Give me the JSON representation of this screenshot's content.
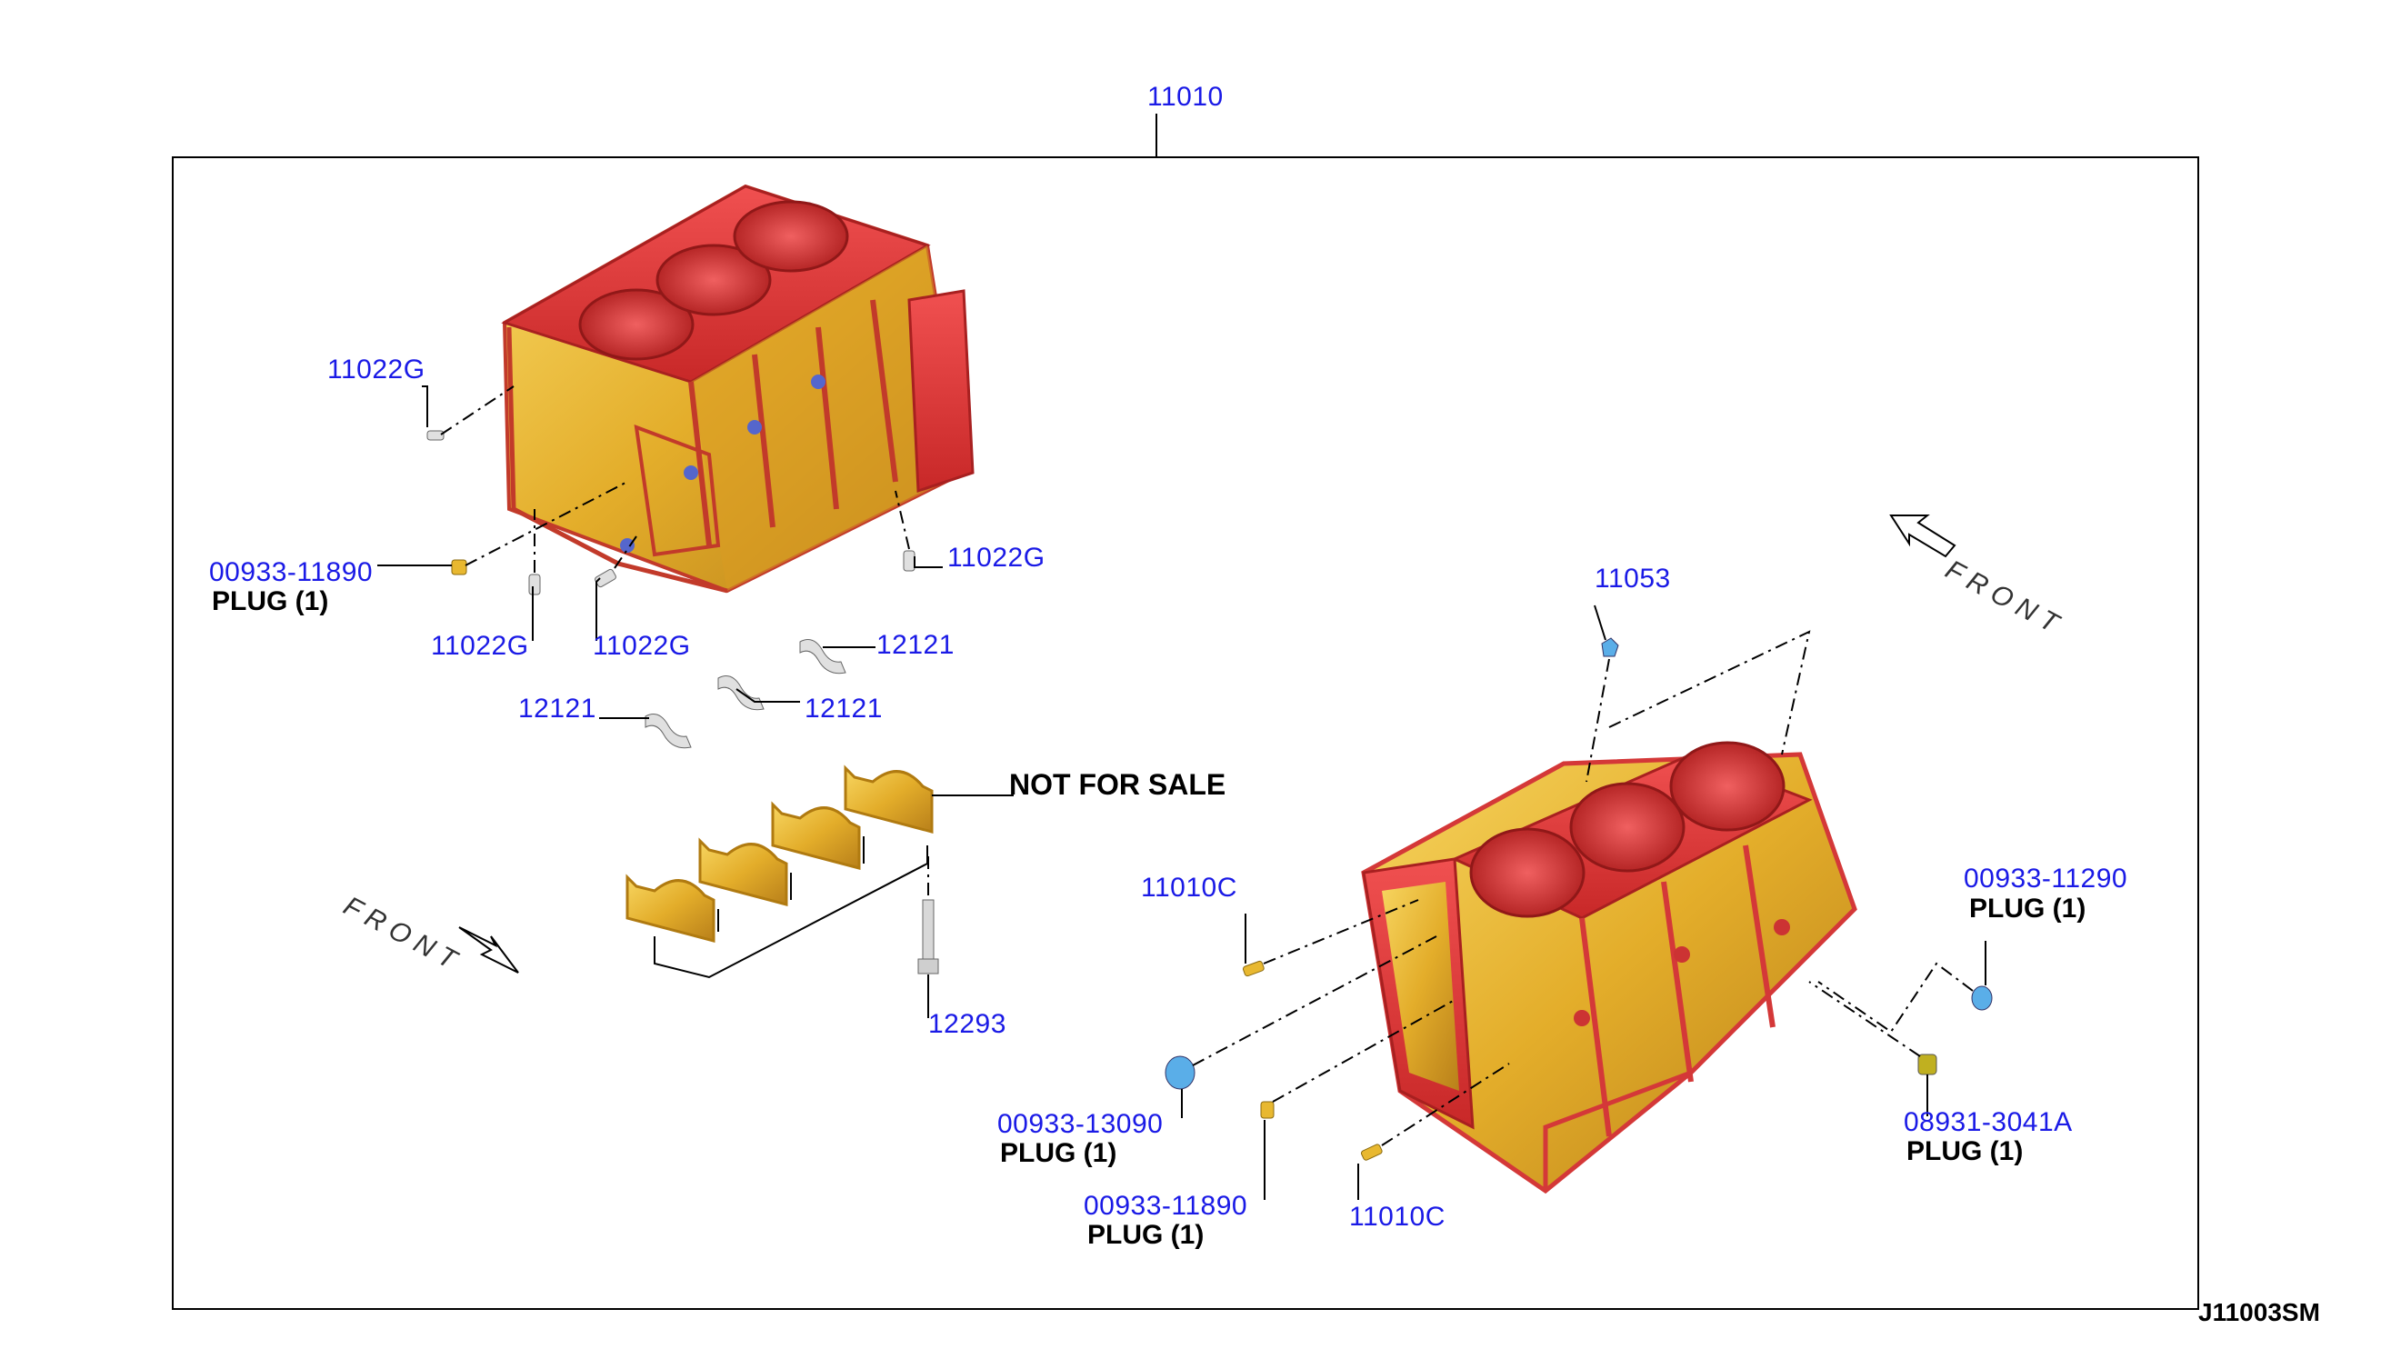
{
  "drawing_code": "J11003SM",
  "assembly": {
    "part_no": "11010"
  },
  "callouts": {
    "c11022g_a": "11022G",
    "c11022g_b": "11022G",
    "c11022g_c": "11022G",
    "c11022g_d": "11022G",
    "c00933_11890_a": "00933-11890",
    "c12121_a": "12121",
    "c12121_b": "12121",
    "c12121_c": "12121",
    "c12293": "12293",
    "c11053": "11053",
    "c11010c_a": "11010C",
    "c11010c_b": "11010C",
    "c00933_13090": "00933-13090",
    "c00933_11890_b": "00933-11890",
    "c00933_11290": "00933-11290",
    "c08931_3041a": "08931-3041A"
  },
  "qualifiers": {
    "plug_a": "PLUG (1)",
    "plug_b": "PLUG (1)",
    "plug_c": "PLUG (1)",
    "plug_d": "PLUG (1)",
    "plug_e": "PLUG (1)"
  },
  "not_for_sale": "NOT FOR SALE",
  "front_label_left": "FRONT",
  "front_label_right": "FRONT",
  "colors": {
    "callout_text": "#1a1ae6",
    "block_gold": "#e8b830",
    "block_red": "#e84040",
    "plug_blue": "#5aaee8"
  }
}
